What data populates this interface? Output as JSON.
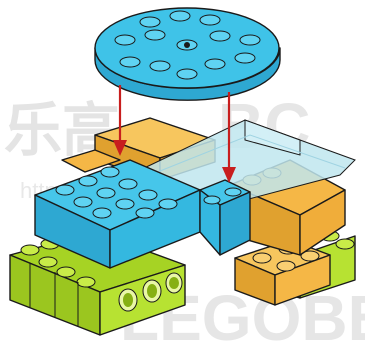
{
  "watermark": {
    "glyphs": "乐高",
    "latin": "BC",
    "url": "http://legobbc.com",
    "bottom_text": "LEGOBBC"
  },
  "colors": {
    "plate_blue": "#3fc3e8",
    "brick_blue": "#34b8e0",
    "brick_orange": "#f5b746",
    "brick_lime": "#b7e232",
    "arrow_red": "#c81e1e",
    "transparent_wing": "#bfe6ef"
  },
  "parts": [
    "round-plate-4x4",
    "blue-brick-4x4",
    "blue-brick-2x4",
    "orange-brick-2x4",
    "orange-slope",
    "transparent-windscreen",
    "lime-technic-brick",
    "orange-brick-right"
  ],
  "arrows": 2
}
